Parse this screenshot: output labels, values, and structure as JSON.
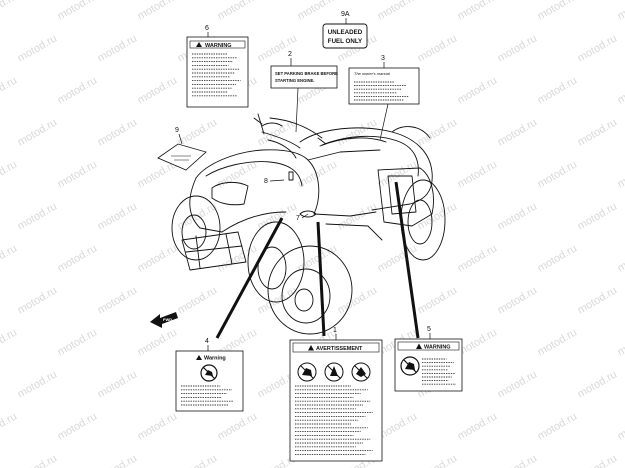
{
  "watermark": "motod.ru",
  "parts": {
    "p1": {
      "num": "1",
      "title": "AVERTISSEMENT"
    },
    "p2": {
      "num": "2",
      "line1": "SET PARKING BRAKE BEFORE",
      "line2": "STARTING ENGINE."
    },
    "p3": {
      "num": "3",
      "title": "The owner's manual"
    },
    "p4": {
      "num": "4",
      "title": "Warning"
    },
    "p5": {
      "num": "5",
      "title": "WARNING"
    },
    "p6": {
      "num": "6",
      "title": "WARNING"
    },
    "p7": {
      "num": "7"
    },
    "p8": {
      "num": "8"
    },
    "p9": {
      "num": "9"
    },
    "p9a": {
      "num": "9A",
      "line1": "UNLEADED",
      "line2": "FUEL ONLY"
    }
  },
  "front_arrow": "FWD"
}
